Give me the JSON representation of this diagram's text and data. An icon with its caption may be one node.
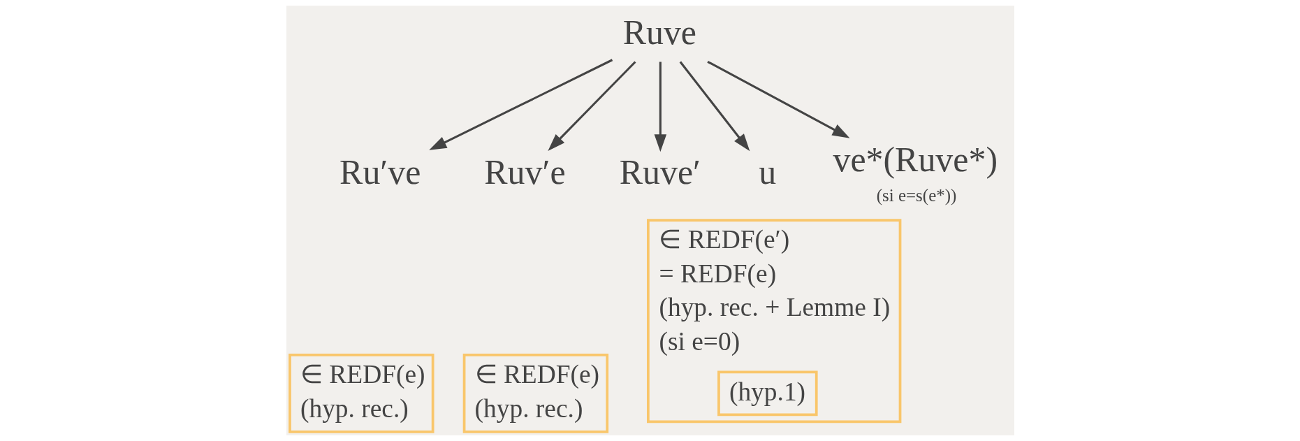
{
  "diagram": {
    "nodes": [
      {
        "text": [
          "Ruve"
        ]
      },
      {
        "text": [
          "Ru′ve"
        ]
      },
      {
        "text": [
          "Ruv′e"
        ]
      },
      {
        "text": [
          "Ruve′"
        ]
      },
      {
        "text": [
          "u"
        ]
      },
      {
        "text": [
          "ve*(Ruve*)"
        ],
        "beside": [
          "(si e=s(e*))"
        ]
      },
      {
        "text": [
          "∈ REDF(e)",
          "(hyp. rec.)"
        ]
      },
      {
        "text": [
          "∈ REDF(e)",
          "(hyp. rec.)"
        ]
      },
      {
        "text": [
          "∈ REDF(e′)",
          "= REDF(e)",
          "(hyp. rec. + Lemme I)",
          "(si e=0)"
        ]
      },
      {
        "text": [
          "(hyp.1)"
        ],
        "in": 8
      }
    ],
    "edges": [
      {
        "from": 0,
        "to": 1,
        "arrow": "to"
      },
      {
        "from": 0,
        "to": 2,
        "arrow": "to"
      },
      {
        "from": 0,
        "to": 3,
        "arrow": "to"
      },
      {
        "from": 0,
        "to": 4,
        "arrow": "to"
      },
      {
        "from": 0,
        "to": 5,
        "arrow": "to"
      }
    ]
  }
}
